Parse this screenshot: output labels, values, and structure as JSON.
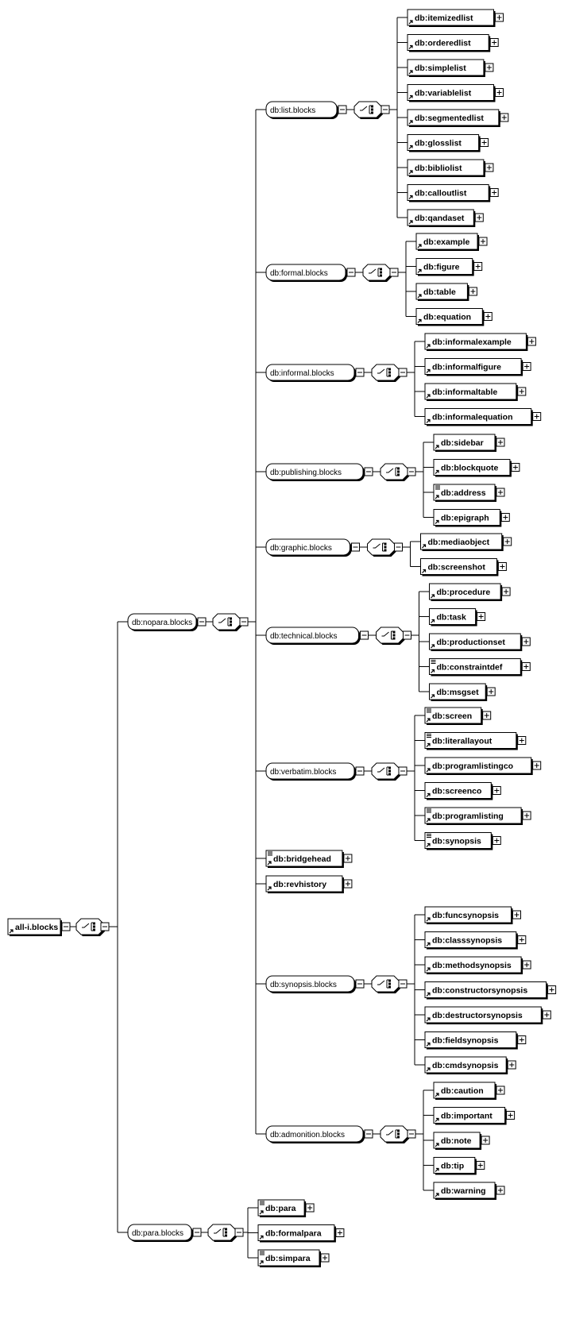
{
  "root": {
    "label": "all-i.blocks"
  },
  "groups": [
    {
      "id": "nopara",
      "label": "db:nopara.blocks",
      "children": [
        {
          "id": "list",
          "label": "db:list.blocks",
          "children": [
            {
              "label": "db:itemizedlist",
              "icon": "ref"
            },
            {
              "label": "db:orderedlist",
              "icon": "ref"
            },
            {
              "label": "db:simplelist",
              "icon": "ref"
            },
            {
              "label": "db:variablelist",
              "icon": "ref"
            },
            {
              "label": "db:segmentedlist",
              "icon": "ref"
            },
            {
              "label": "db:glosslist",
              "icon": "ref"
            },
            {
              "label": "db:bibliolist",
              "icon": "ref"
            },
            {
              "label": "db:calloutlist",
              "icon": "ref"
            },
            {
              "label": "db:qandaset",
              "icon": "ref"
            }
          ]
        },
        {
          "id": "formal",
          "label": "db:formal.blocks",
          "children": [
            {
              "label": "db:example",
              "icon": "ref"
            },
            {
              "label": "db:figure",
              "icon": "ref"
            },
            {
              "label": "db:table",
              "icon": "ref"
            },
            {
              "label": "db:equation",
              "icon": "ref"
            }
          ]
        },
        {
          "id": "informal",
          "label": "db:informal.blocks",
          "children": [
            {
              "label": "db:informalexample",
              "icon": "ref"
            },
            {
              "label": "db:informalfigure",
              "icon": "ref"
            },
            {
              "label": "db:informaltable",
              "icon": "ref"
            },
            {
              "label": "db:informalequation",
              "icon": "ref"
            }
          ]
        },
        {
          "id": "publishing",
          "label": "db:publishing.blocks",
          "children": [
            {
              "label": "db:sidebar",
              "icon": "ref"
            },
            {
              "label": "db:blockquote",
              "icon": "ref"
            },
            {
              "label": "db:address",
              "icon": "text"
            },
            {
              "label": "db:epigraph",
              "icon": "ref"
            }
          ]
        },
        {
          "id": "graphic",
          "label": "db:graphic.blocks",
          "children": [
            {
              "label": "db:mediaobject",
              "icon": "ref"
            },
            {
              "label": "db:screenshot",
              "icon": "ref"
            }
          ]
        },
        {
          "id": "technical",
          "label": "db:technical.blocks",
          "children": [
            {
              "label": "db:procedure",
              "icon": "ref"
            },
            {
              "label": "db:task",
              "icon": "ref"
            },
            {
              "label": "db:productionset",
              "icon": "ref"
            },
            {
              "label": "db:constraintdef",
              "icon": "text"
            },
            {
              "label": "db:msgset",
              "icon": "ref"
            }
          ]
        },
        {
          "id": "verbatim",
          "label": "db:verbatim.blocks",
          "children": [
            {
              "label": "db:screen",
              "icon": "text"
            },
            {
              "label": "db:literallayout",
              "icon": "text"
            },
            {
              "label": "db:programlistingco",
              "icon": "ref"
            },
            {
              "label": "db:screenco",
              "icon": "ref"
            },
            {
              "label": "db:programlisting",
              "icon": "text"
            },
            {
              "label": "db:synopsis",
              "icon": "text"
            }
          ]
        },
        {
          "id": "bridgehead",
          "label": "db:bridgehead",
          "icon": "text",
          "leaf": true
        },
        {
          "id": "revhistory",
          "label": "db:revhistory",
          "icon": "ref",
          "leaf": true
        },
        {
          "id": "synopsis",
          "label": "db:synopsis.blocks",
          "children": [
            {
              "label": "db:funcsynopsis",
              "icon": "ref"
            },
            {
              "label": "db:classsynopsis",
              "icon": "ref"
            },
            {
              "label": "db:methodsynopsis",
              "icon": "ref"
            },
            {
              "label": "db:constructorsynopsis",
              "icon": "ref"
            },
            {
              "label": "db:destructorsynopsis",
              "icon": "ref"
            },
            {
              "label": "db:fieldsynopsis",
              "icon": "ref"
            },
            {
              "label": "db:cmdsynopsis",
              "icon": "ref"
            }
          ]
        },
        {
          "id": "admonition",
          "label": "db:admonition.blocks",
          "children": [
            {
              "label": "db:caution",
              "icon": "ref"
            },
            {
              "label": "db:important",
              "icon": "ref"
            },
            {
              "label": "db:note",
              "icon": "ref"
            },
            {
              "label": "db:tip",
              "icon": "ref"
            },
            {
              "label": "db:warning",
              "icon": "ref"
            }
          ]
        }
      ]
    },
    {
      "id": "para",
      "label": "db:para.blocks",
      "children": [
        {
          "label": "db:para",
          "icon": "text"
        },
        {
          "label": "db:formalpara",
          "icon": "ref"
        },
        {
          "label": "db:simpara",
          "icon": "text"
        }
      ]
    }
  ]
}
